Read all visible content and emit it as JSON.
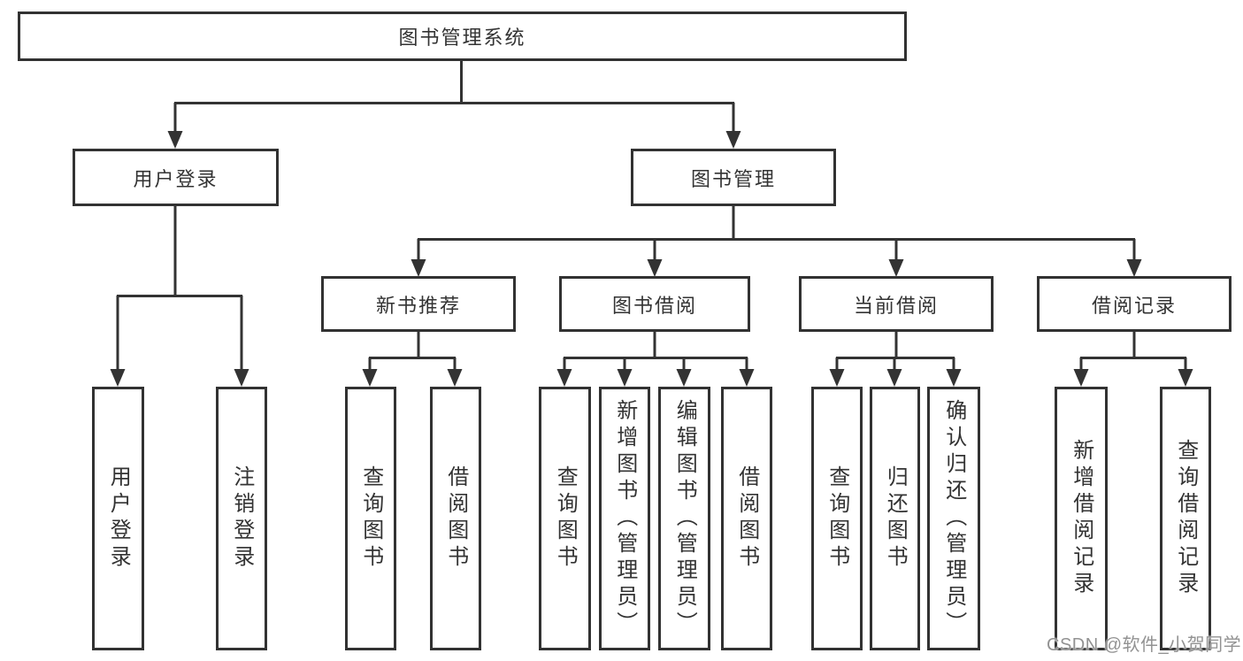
{
  "tree": {
    "root": {
      "label": "图书管理系统"
    },
    "branches": [
      {
        "label": "用户登录",
        "children": [
          {
            "label": "用户登录"
          },
          {
            "label": "注销登录"
          }
        ]
      },
      {
        "label": "图书管理",
        "children": [
          {
            "label": "新书推荐",
            "children": [
              {
                "label": "查询图书"
              },
              {
                "label": "借阅图书"
              }
            ]
          },
          {
            "label": "图书借阅",
            "children": [
              {
                "label": "查询图书"
              },
              {
                "label": "新增图书（管理员）"
              },
              {
                "label": "编辑图书（管理员）"
              },
              {
                "label": "借阅图书"
              }
            ]
          },
          {
            "label": "当前借阅",
            "children": [
              {
                "label": "查询图书"
              },
              {
                "label": "归还图书"
              },
              {
                "label": "确认归还（管理员）"
              }
            ]
          },
          {
            "label": "借阅记录",
            "children": [
              {
                "label": "新增借阅记录"
              },
              {
                "label": "查询借阅记录"
              }
            ]
          }
        ]
      }
    ]
  },
  "watermark": "CSDN @软件_小贺同学",
  "colors": {
    "line": "#333333",
    "box_border": "#323232",
    "text": "#333333",
    "background": "#ffffff",
    "watermark": "#929292"
  }
}
